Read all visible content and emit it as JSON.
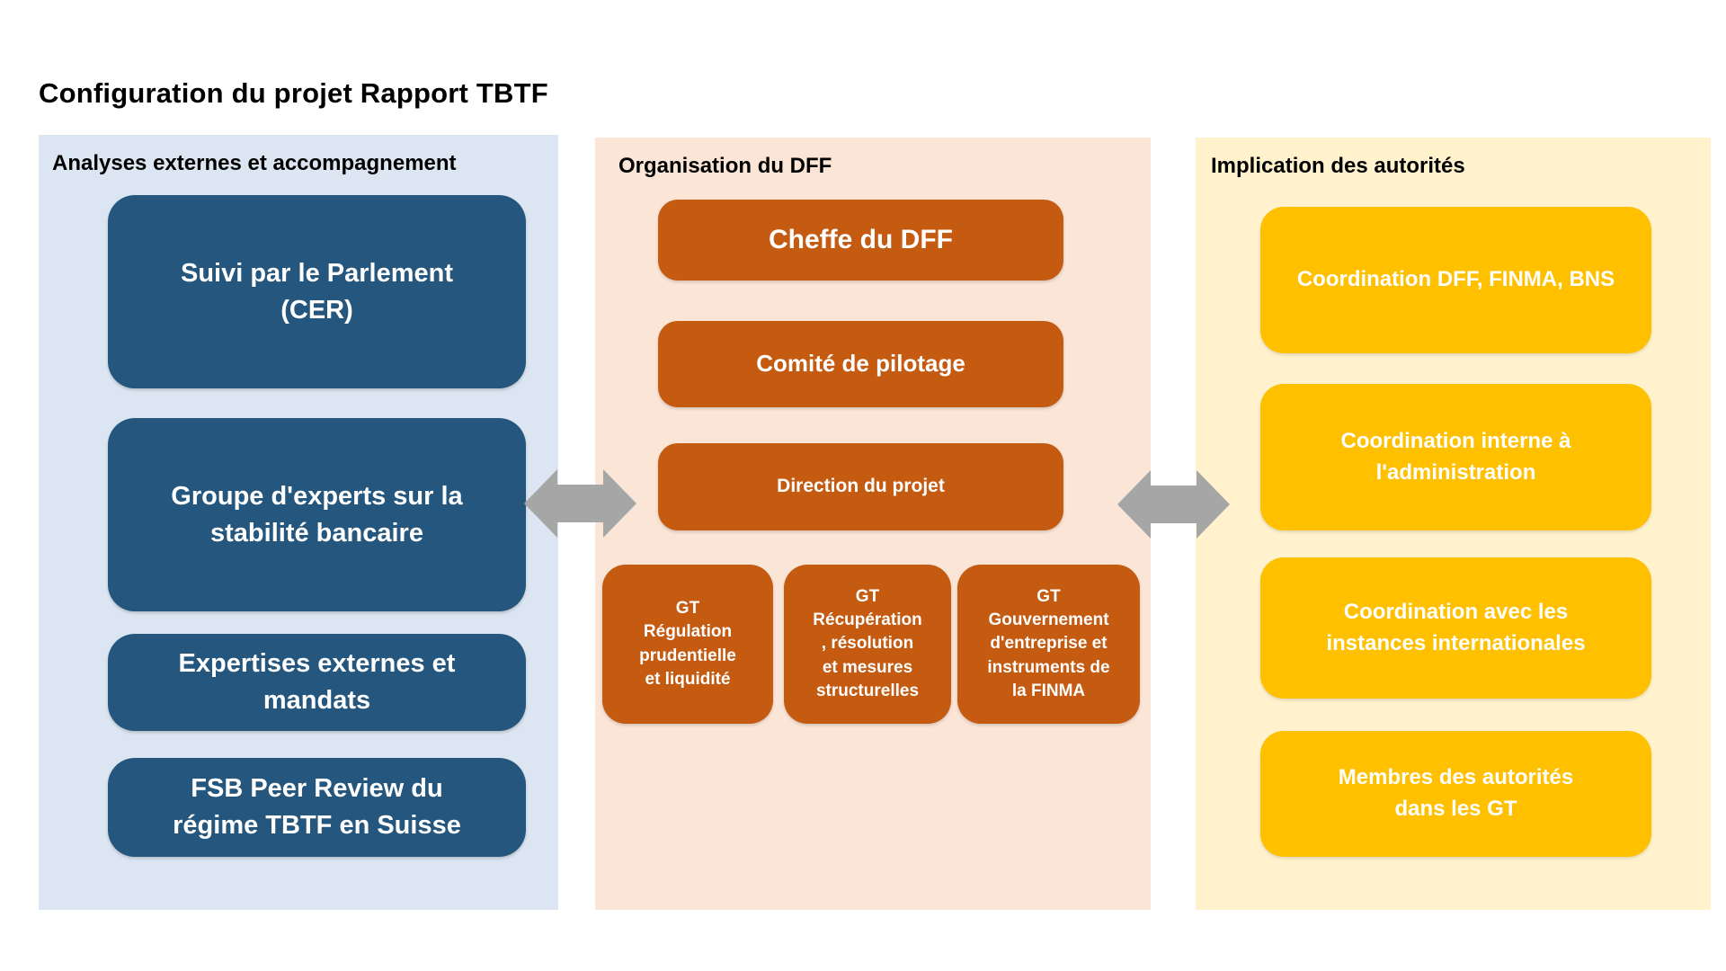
{
  "title": "Configuration du projet Rapport TBTF",
  "colors": {
    "left_panel_bg": "#DCE6F2",
    "left_box": "#25567D",
    "middle_panel_bg": "#FBE5D6",
    "middle_box": "#C55A11",
    "right_panel_bg": "#FFF2CC",
    "right_box": "#FFC000",
    "arrow": "#A6A6A6"
  },
  "left_column": {
    "header": "Analyses externes et accompagnement",
    "boxes": [
      {
        "label": "Suivi par le Parlement\n(CER)"
      },
      {
        "label": "Groupe d'experts sur la\nstabilité bancaire"
      },
      {
        "label": "Expertises externes et\nmandats"
      },
      {
        "label": "FSB Peer Review du\nrégime TBTF en Suisse"
      }
    ]
  },
  "middle_column": {
    "header": "Organisation du DFF",
    "boxes": [
      {
        "label": "Cheffe du DFF"
      },
      {
        "label": "Comité de pilotage"
      },
      {
        "label": "Direction du projet"
      }
    ],
    "gt_boxes": [
      {
        "label": "GT\nRégulation\nprudentielle\net liquidité"
      },
      {
        "label": "GT\nRécupération\n, résolution\net mesures\nstructurelles"
      },
      {
        "label": "GT\nGouvernement\nd'entreprise et\ninstruments de\nla FINMA"
      }
    ]
  },
  "right_column": {
    "header": "Implication des autorités",
    "boxes": [
      {
        "label": "Coordination DFF, FINMA, BNS"
      },
      {
        "label": "Coordination interne à\nl'administration"
      },
      {
        "label": "Coordination avec les\ninstances internationales"
      },
      {
        "label": "Membres des autorités\ndans les GT"
      }
    ]
  }
}
